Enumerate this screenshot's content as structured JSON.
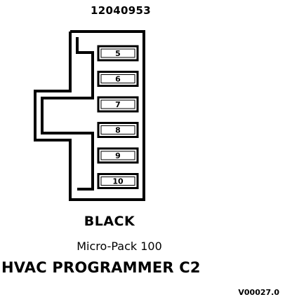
{
  "diagram": {
    "part_number": "12040953",
    "cavities": [
      "5",
      "6",
      "7",
      "8",
      "9",
      "10"
    ],
    "color": "BLACK",
    "connector_type": "Micro-Pack 100",
    "component": "HVAC PROGRAMMER C2",
    "reference": "V00027.0"
  }
}
